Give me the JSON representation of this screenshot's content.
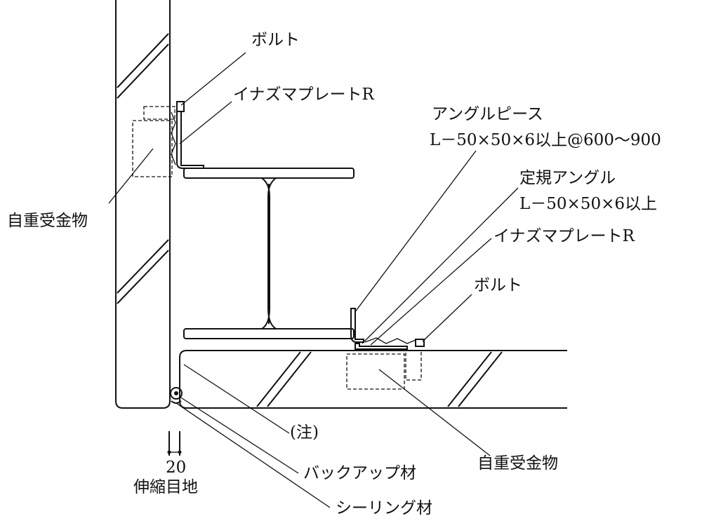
{
  "labels": {
    "bolt_top": "ボルト",
    "inazuma_top": "イナズマプレートR",
    "self_weight_left": "自重受金物",
    "angle_piece_title": "アングルピース",
    "angle_piece_spec": "L－50×50×6以上@600～900",
    "fixed_angle_title": "定規アングル",
    "fixed_angle_spec": "L－50×50×6以上",
    "inazuma_right": "イナズマプレートR",
    "bolt_right": "ボルト",
    "note": "(注)",
    "self_weight_bottom": "自重受金物",
    "backup": "バックアップ材",
    "sealing": "シーリング材",
    "joint_width": "20",
    "expansion_joint": "伸縮目地"
  }
}
